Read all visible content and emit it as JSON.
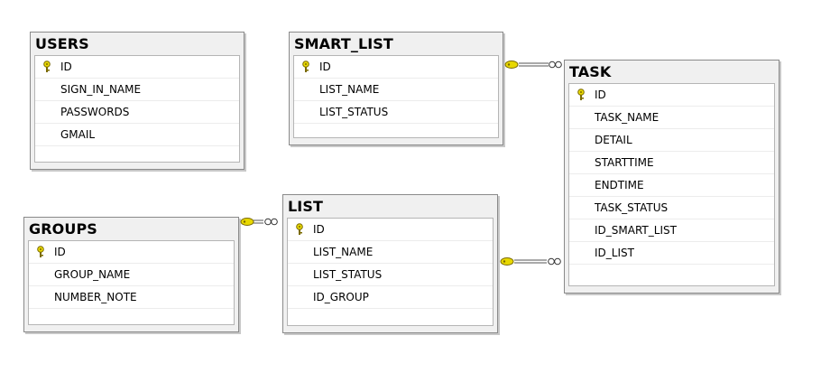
{
  "tables": {
    "users": {
      "name": "USERS",
      "columns": [
        "ID",
        "SIGN_IN_NAME",
        "PASSWORDS",
        "GMAIL"
      ]
    },
    "smart_list": {
      "name": "SMART_LIST",
      "columns": [
        "ID",
        "LIST_NAME",
        "LIST_STATUS"
      ]
    },
    "task": {
      "name": "TASK",
      "columns": [
        "ID",
        "TASK_NAME",
        "DETAIL",
        "STARTTIME",
        "ENDTIME",
        "TASK_STATUS",
        "ID_SMART_LIST",
        "ID_LIST"
      ]
    },
    "groups": {
      "name": "GROUPS",
      "columns": [
        "ID",
        "GROUP_NAME",
        "NUMBER_NOTE"
      ]
    },
    "list": {
      "name": "LIST",
      "columns": [
        "ID",
        "LIST_NAME",
        "LIST_STATUS",
        "ID_GROUP"
      ]
    }
  },
  "relationships": [
    {
      "from": "SMART_LIST",
      "to": "TASK"
    },
    {
      "from": "LIST",
      "to": "TASK"
    },
    {
      "from": "GROUPS",
      "to": "LIST"
    }
  ],
  "colors": {
    "key": "#e8d800",
    "key_outline": "#7a6a00",
    "line": "#555555",
    "header_bg": "#f0f0f0"
  },
  "icons": {
    "primary_key": "key-icon"
  }
}
